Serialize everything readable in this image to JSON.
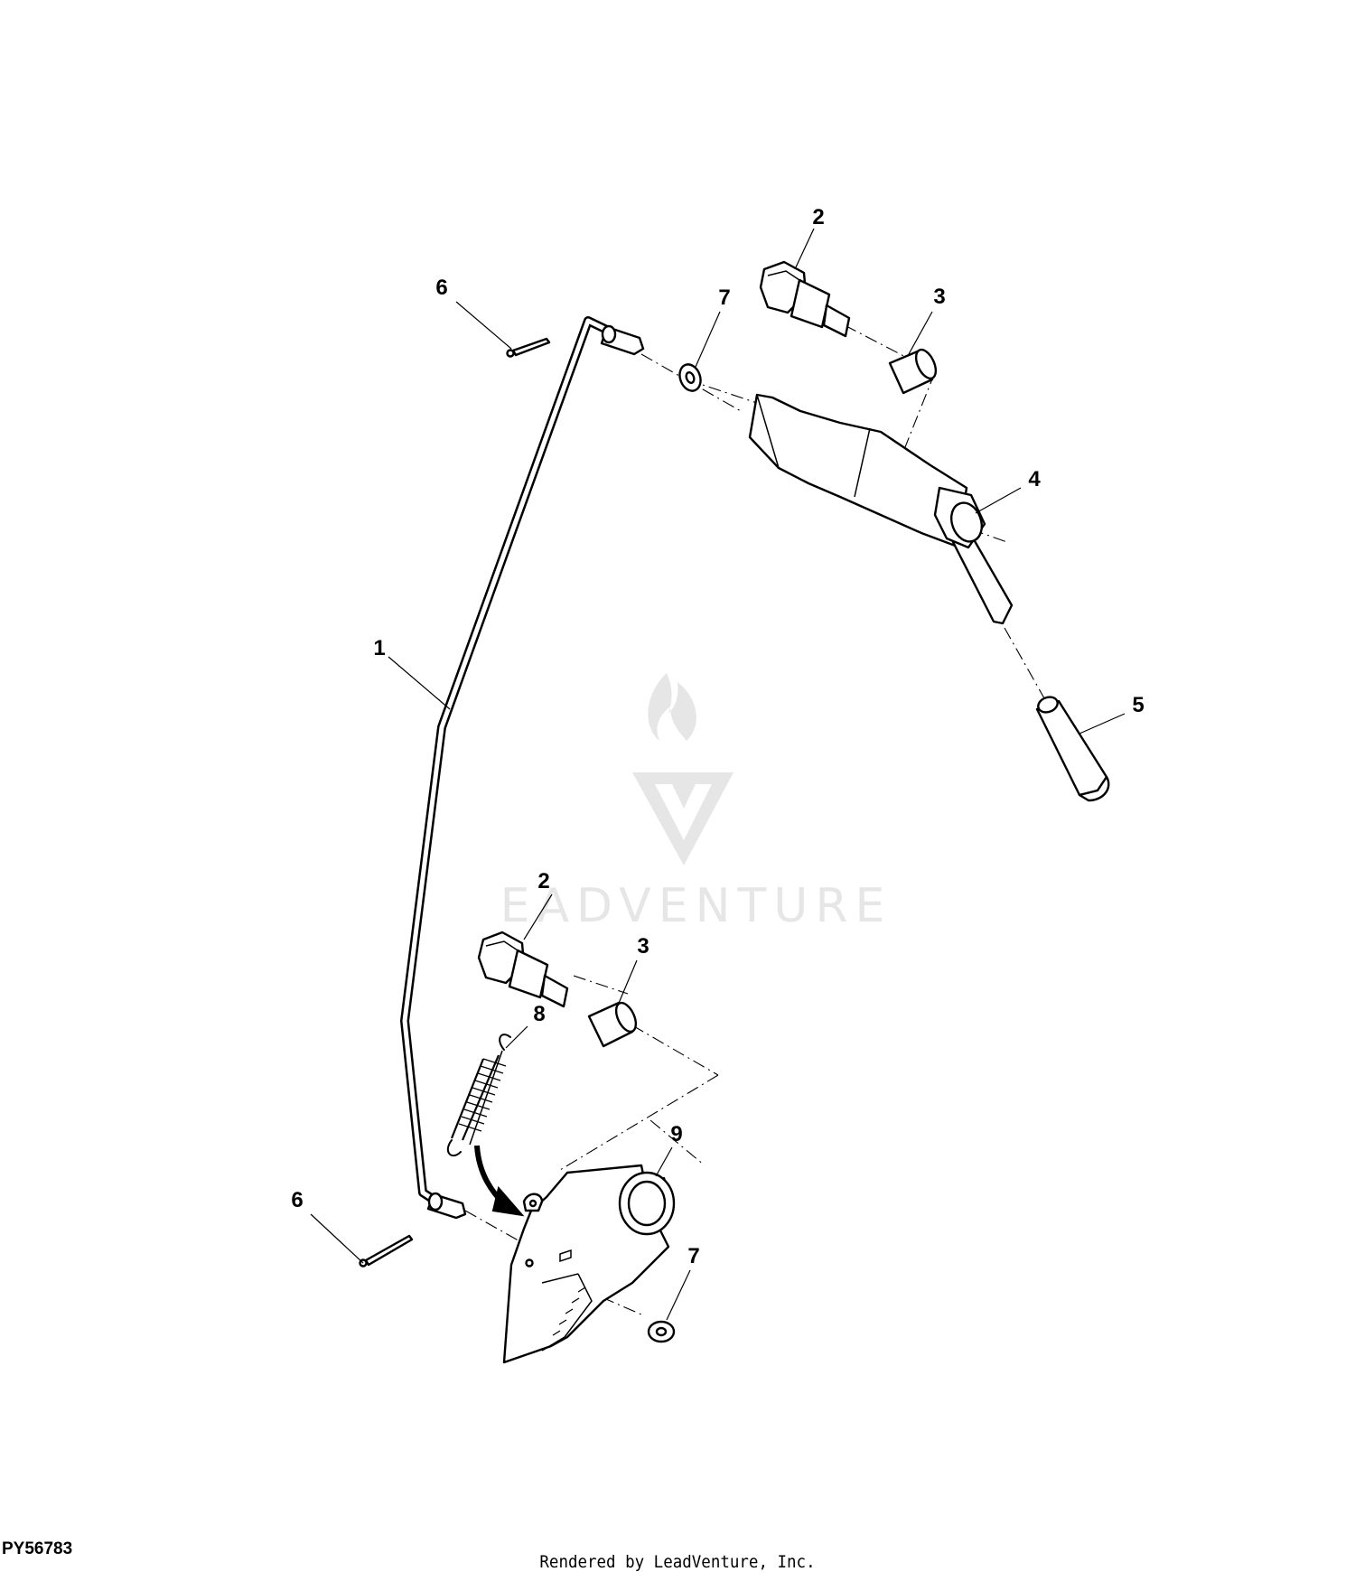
{
  "diagram": {
    "code": "PY56783",
    "credit": "Rendered by LeadVenture, Inc.",
    "watermark": "LEADVENTURE",
    "line_color": "#000000",
    "watermark_color": "#e6e6e6",
    "callouts": [
      {
        "id": "c1",
        "label": "1"
      },
      {
        "id": "c2a",
        "label": "2"
      },
      {
        "id": "c2b",
        "label": "2"
      },
      {
        "id": "c3a",
        "label": "3"
      },
      {
        "id": "c3b",
        "label": "3"
      },
      {
        "id": "c4",
        "label": "4"
      },
      {
        "id": "c5",
        "label": "5"
      },
      {
        "id": "c6a",
        "label": "6"
      },
      {
        "id": "c6b",
        "label": "6"
      },
      {
        "id": "c7a",
        "label": "7"
      },
      {
        "id": "c7b",
        "label": "7"
      },
      {
        "id": "c8",
        "label": "8"
      },
      {
        "id": "c9",
        "label": "9"
      }
    ]
  }
}
